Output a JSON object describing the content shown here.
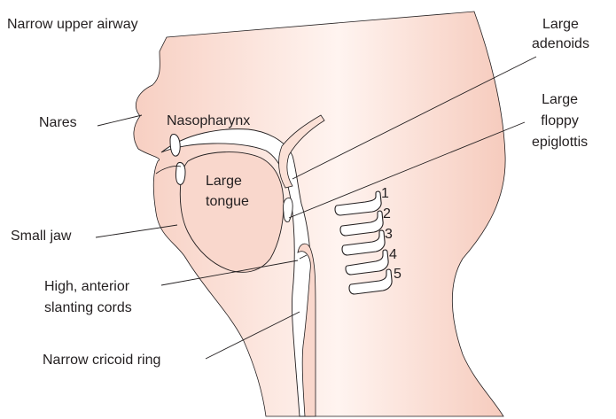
{
  "labels": {
    "narrow_upper_airway": "Narrow upper airway",
    "nares": "Nares",
    "nasopharynx": "Nasopharynx",
    "large_tongue": [
      "Large",
      "tongue"
    ],
    "small_jaw": "Small jaw",
    "high_anterior_cords": [
      "High, anterior",
      "slanting cords"
    ],
    "narrow_cricoid_ring": "Narrow cricoid ring",
    "large_adenoids": [
      "Large",
      "adenoids"
    ],
    "large_floppy_epiglottis": [
      "Large",
      "floppy",
      "epiglottis"
    ]
  },
  "vertebrae": [
    "1",
    "2",
    "3",
    "4",
    "5"
  ],
  "colors": {
    "skin": "#f9d7cc",
    "skin_light": "#fff1ec",
    "outline": "#231f20"
  }
}
